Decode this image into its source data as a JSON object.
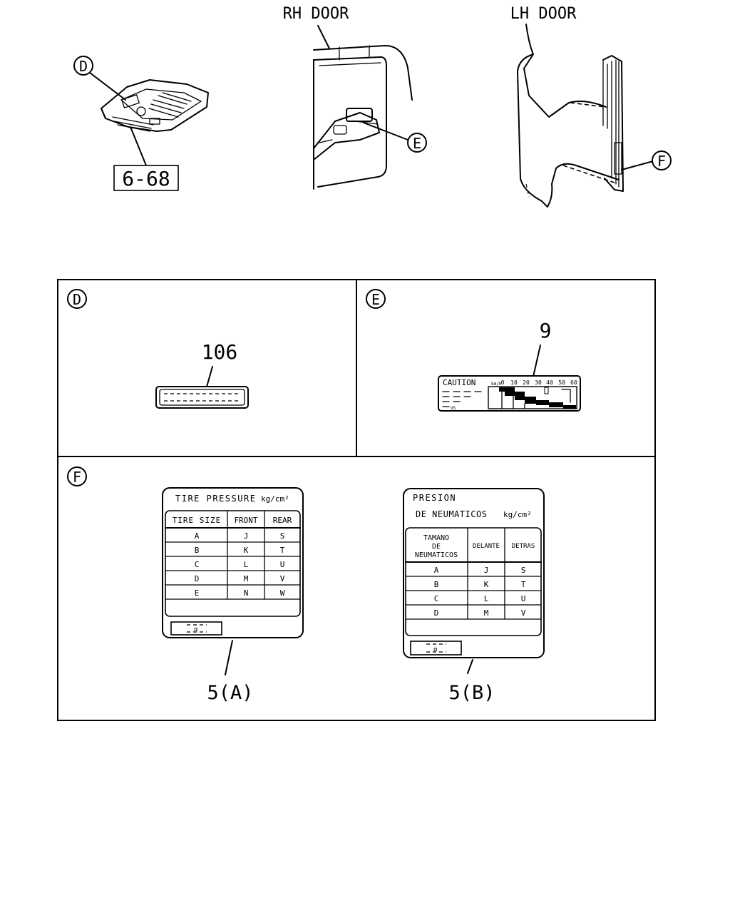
{
  "labels": {
    "rh_door": "RH DOOR",
    "lh_door": "LH DOOR",
    "ref_6_68": "6-68"
  },
  "callouts": {
    "d": "D",
    "e": "E",
    "f": "F"
  },
  "parts": {
    "p106": "106",
    "p9": "9",
    "p5a": "5(A)",
    "p5b": "5(B)"
  },
  "caution_label": {
    "title": "CAUTION",
    "unit": "km/h",
    "scale": [
      "0",
      "10",
      "20",
      "30",
      "40",
      "50",
      "60"
    ],
    "vs": "VS"
  },
  "tire_label_a": {
    "title": "TIRE PRESSURE",
    "unit": "kg/cm²",
    "headers": [
      "TIRE SIZE",
      "FRONT",
      "REAR"
    ],
    "rows": [
      [
        "A",
        "J",
        "S"
      ],
      [
        "B",
        "K",
        "T"
      ],
      [
        "C",
        "L",
        "U"
      ],
      [
        "D",
        "M",
        "V"
      ],
      [
        "E",
        "N",
        "W"
      ]
    ],
    "code": "α"
  },
  "tire_label_b": {
    "title_line1": "PRESION",
    "title_line2": "DE NEUMATICOS",
    "unit": "kg/cm²",
    "headers": [
      "TAMANO DE NEUMATICOS",
      "DELANTE",
      "DETRAS"
    ],
    "header_lines": [
      "TAMANO",
      "DE",
      "NEUMATICOS"
    ],
    "rows": [
      [
        "A",
        "J",
        "S"
      ],
      [
        "B",
        "K",
        "T"
      ],
      [
        "C",
        "L",
        "U"
      ],
      [
        "D",
        "M",
        "V"
      ]
    ],
    "code": "α"
  }
}
